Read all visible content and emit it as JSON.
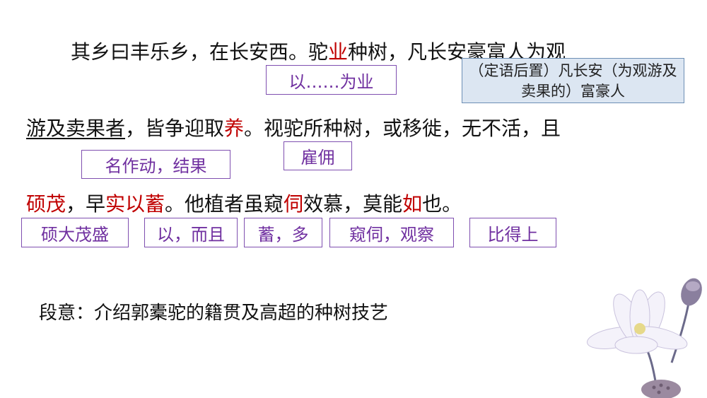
{
  "passage": {
    "line1": [
      {
        "text": "其乡曰丰乐乡，在长安西。驼",
        "style": "normal"
      },
      {
        "text": "业",
        "style": "red"
      },
      {
        "text": "种树，凡长安豪富人为观",
        "style": "normal"
      }
    ],
    "line2": [
      {
        "text": "游及卖果者",
        "style": "underline"
      },
      {
        "text": "，皆争迎取",
        "style": "normal"
      },
      {
        "text": "养",
        "style": "red"
      },
      {
        "text": "。视驼所种树，或移徙，无不活，且",
        "style": "normal"
      }
    ],
    "line3": [
      {
        "text": "硕茂",
        "style": "red"
      },
      {
        "text": "，早",
        "style": "normal"
      },
      {
        "text": "实以蓄",
        "style": "red"
      },
      {
        "text": "。他植者虽窥",
        "style": "normal"
      },
      {
        "text": "伺",
        "style": "red"
      },
      {
        "text": "效慕，莫能",
        "style": "normal"
      },
      {
        "text": "如",
        "style": "red"
      },
      {
        "text": "也。",
        "style": "normal"
      }
    ]
  },
  "annotations": {
    "yi_wei_ye": "以……为业",
    "dingyu": "（定语后置）凡长安（为观游及卖果的）富豪人",
    "ming_zuo_dong": "名作动，结果",
    "gu_yong": "雇佣",
    "shuo_da": "硕大茂盛",
    "yi_er_qie": "以，而且",
    "xu_duo": "蓄，多",
    "kui_si": "窥伺，观察",
    "bi_de_shang": "比得上"
  },
  "summary": "段意：介绍郭橐驼的籍贯及高超的种树技艺",
  "colors": {
    "emphasis": "#c00000",
    "annotation": "#7030a0",
    "note_bg": "#dce6f2"
  },
  "decoration": "lotus-flower-icon"
}
